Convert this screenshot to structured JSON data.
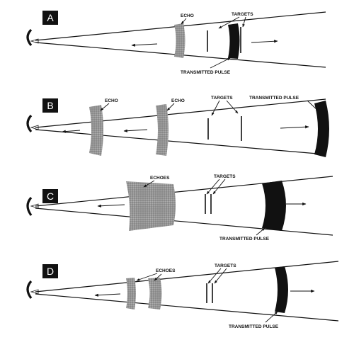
{
  "panels": [
    {
      "letter": "A",
      "labels": {
        "echo": "ECHO",
        "targets": "TARGETS",
        "pulse": "TRANSMITTED PULSE"
      }
    },
    {
      "letter": "B",
      "labels": {
        "echo1": "ECHO",
        "echo2": "ECHO",
        "targets": "TARGETS",
        "pulse": "TRANSMITTED PULSE"
      }
    },
    {
      "letter": "C",
      "labels": {
        "echoes": "ECHOES",
        "targets": "TARGETS",
        "pulse": "TRANSMITTED PULSE"
      }
    },
    {
      "letter": "D",
      "labels": {
        "echoes": "ECHOES",
        "targets": "TARGETS",
        "pulse": "TRANSMITTED PULSE"
      }
    }
  ],
  "colors": {
    "pulse": "#111111",
    "echo": "#8a8a8a",
    "line": "#111111"
  }
}
